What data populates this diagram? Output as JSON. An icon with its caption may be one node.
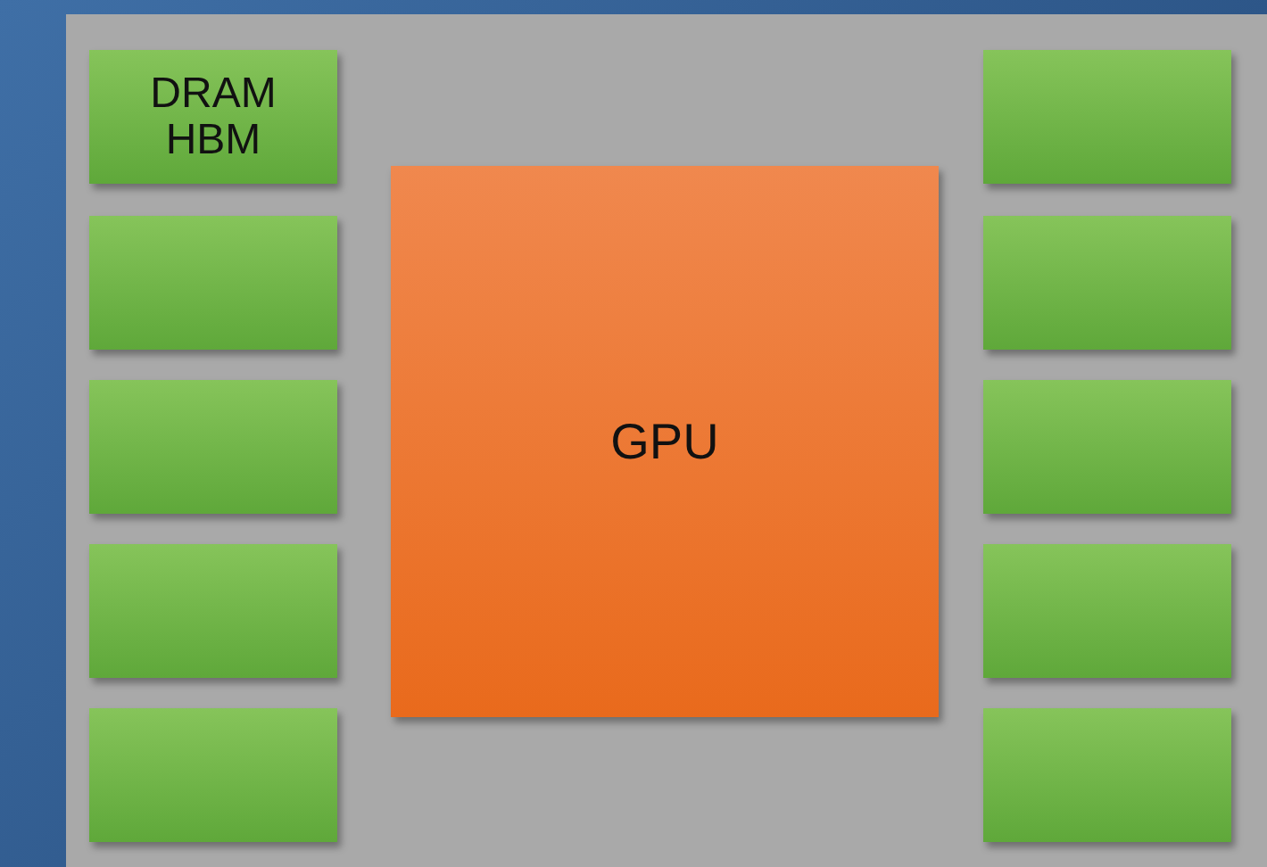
{
  "diagram": {
    "nodes": [
      {
        "text": [],
        "shape": "box"
      },
      {
        "text": [
          "DRAM HBM"
        ],
        "in": 0
      },
      {
        "text": [],
        "shape": "box",
        "in": 0
      },
      {
        "text": [
          "GPU"
        ],
        "in": 0
      },
      {
        "text": [],
        "shape": "box",
        "in": 0
      },
      {
        "text": [],
        "shape": "box",
        "in": 0
      },
      {
        "text": [],
        "shape": "box",
        "in": 0
      },
      {
        "text": [],
        "shape": "box",
        "in": 0
      },
      {
        "text": [],
        "shape": "box",
        "in": 0
      },
      {
        "text": [],
        "shape": "box",
        "in": 0
      },
      {
        "text": [],
        "shape": "box",
        "in": 0
      },
      {
        "text": [],
        "shape": "box",
        "in": 0
      }
    ]
  }
}
